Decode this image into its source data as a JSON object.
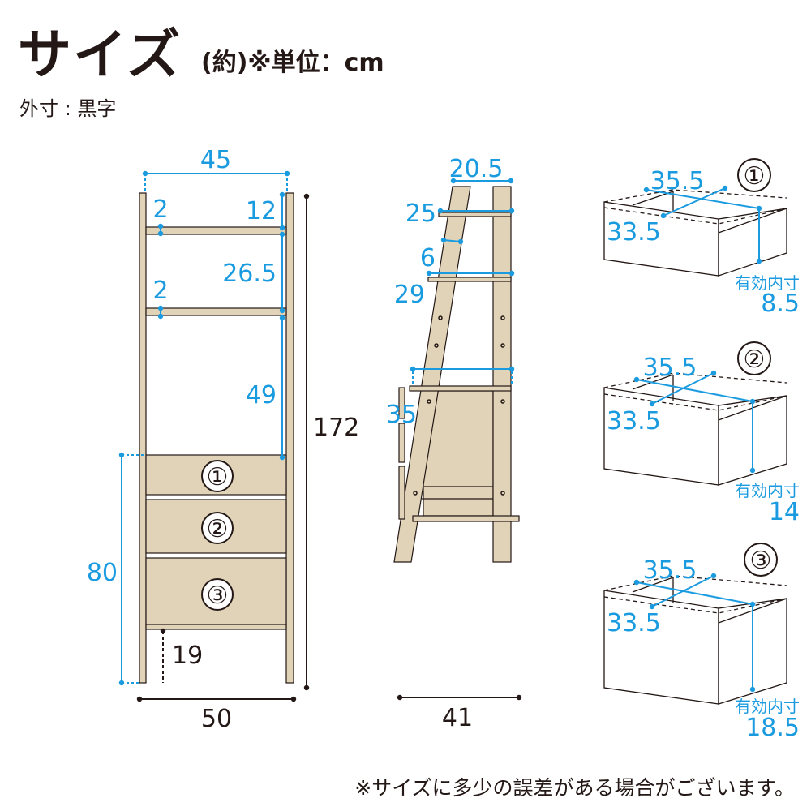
{
  "header": {
    "title": "サイズ",
    "unit": "(約)※単位：cm",
    "note": "外寸 : 黒字"
  },
  "front": {
    "width_top": "45",
    "shelf_thick_1": "2",
    "shelf_thick_2": "2",
    "gap_top": "12",
    "gap_mid": "26.5",
    "gap_low": "49",
    "height": "172",
    "cabinet_height": "80",
    "base_height": "19",
    "width_bottom": "50",
    "drawer_labels": [
      "①",
      "②",
      "③"
    ]
  },
  "side": {
    "top_depth": "20.5",
    "shelf1": "25",
    "shelf_thick": "6",
    "shelf2": "29",
    "shelf3": "35",
    "depth": "41"
  },
  "drawers": [
    {
      "label": "①",
      "width": "35.5",
      "depth": "33.5",
      "eff_label": "有効内寸",
      "eff_height": "8.5"
    },
    {
      "label": "②",
      "width": "35.5",
      "depth": "33.5",
      "eff_label": "有効内寸",
      "eff_height": "14"
    },
    {
      "label": "③",
      "width": "35.5",
      "depth": "33.5",
      "eff_label": "有効内寸",
      "eff_height": "18.5"
    }
  ],
  "footer": "※サイズに多少の誤差がある場合がございます。",
  "colors": {
    "wood": "#e0d3b8",
    "dim": "#1a9be0",
    "ink": "#231815"
  }
}
